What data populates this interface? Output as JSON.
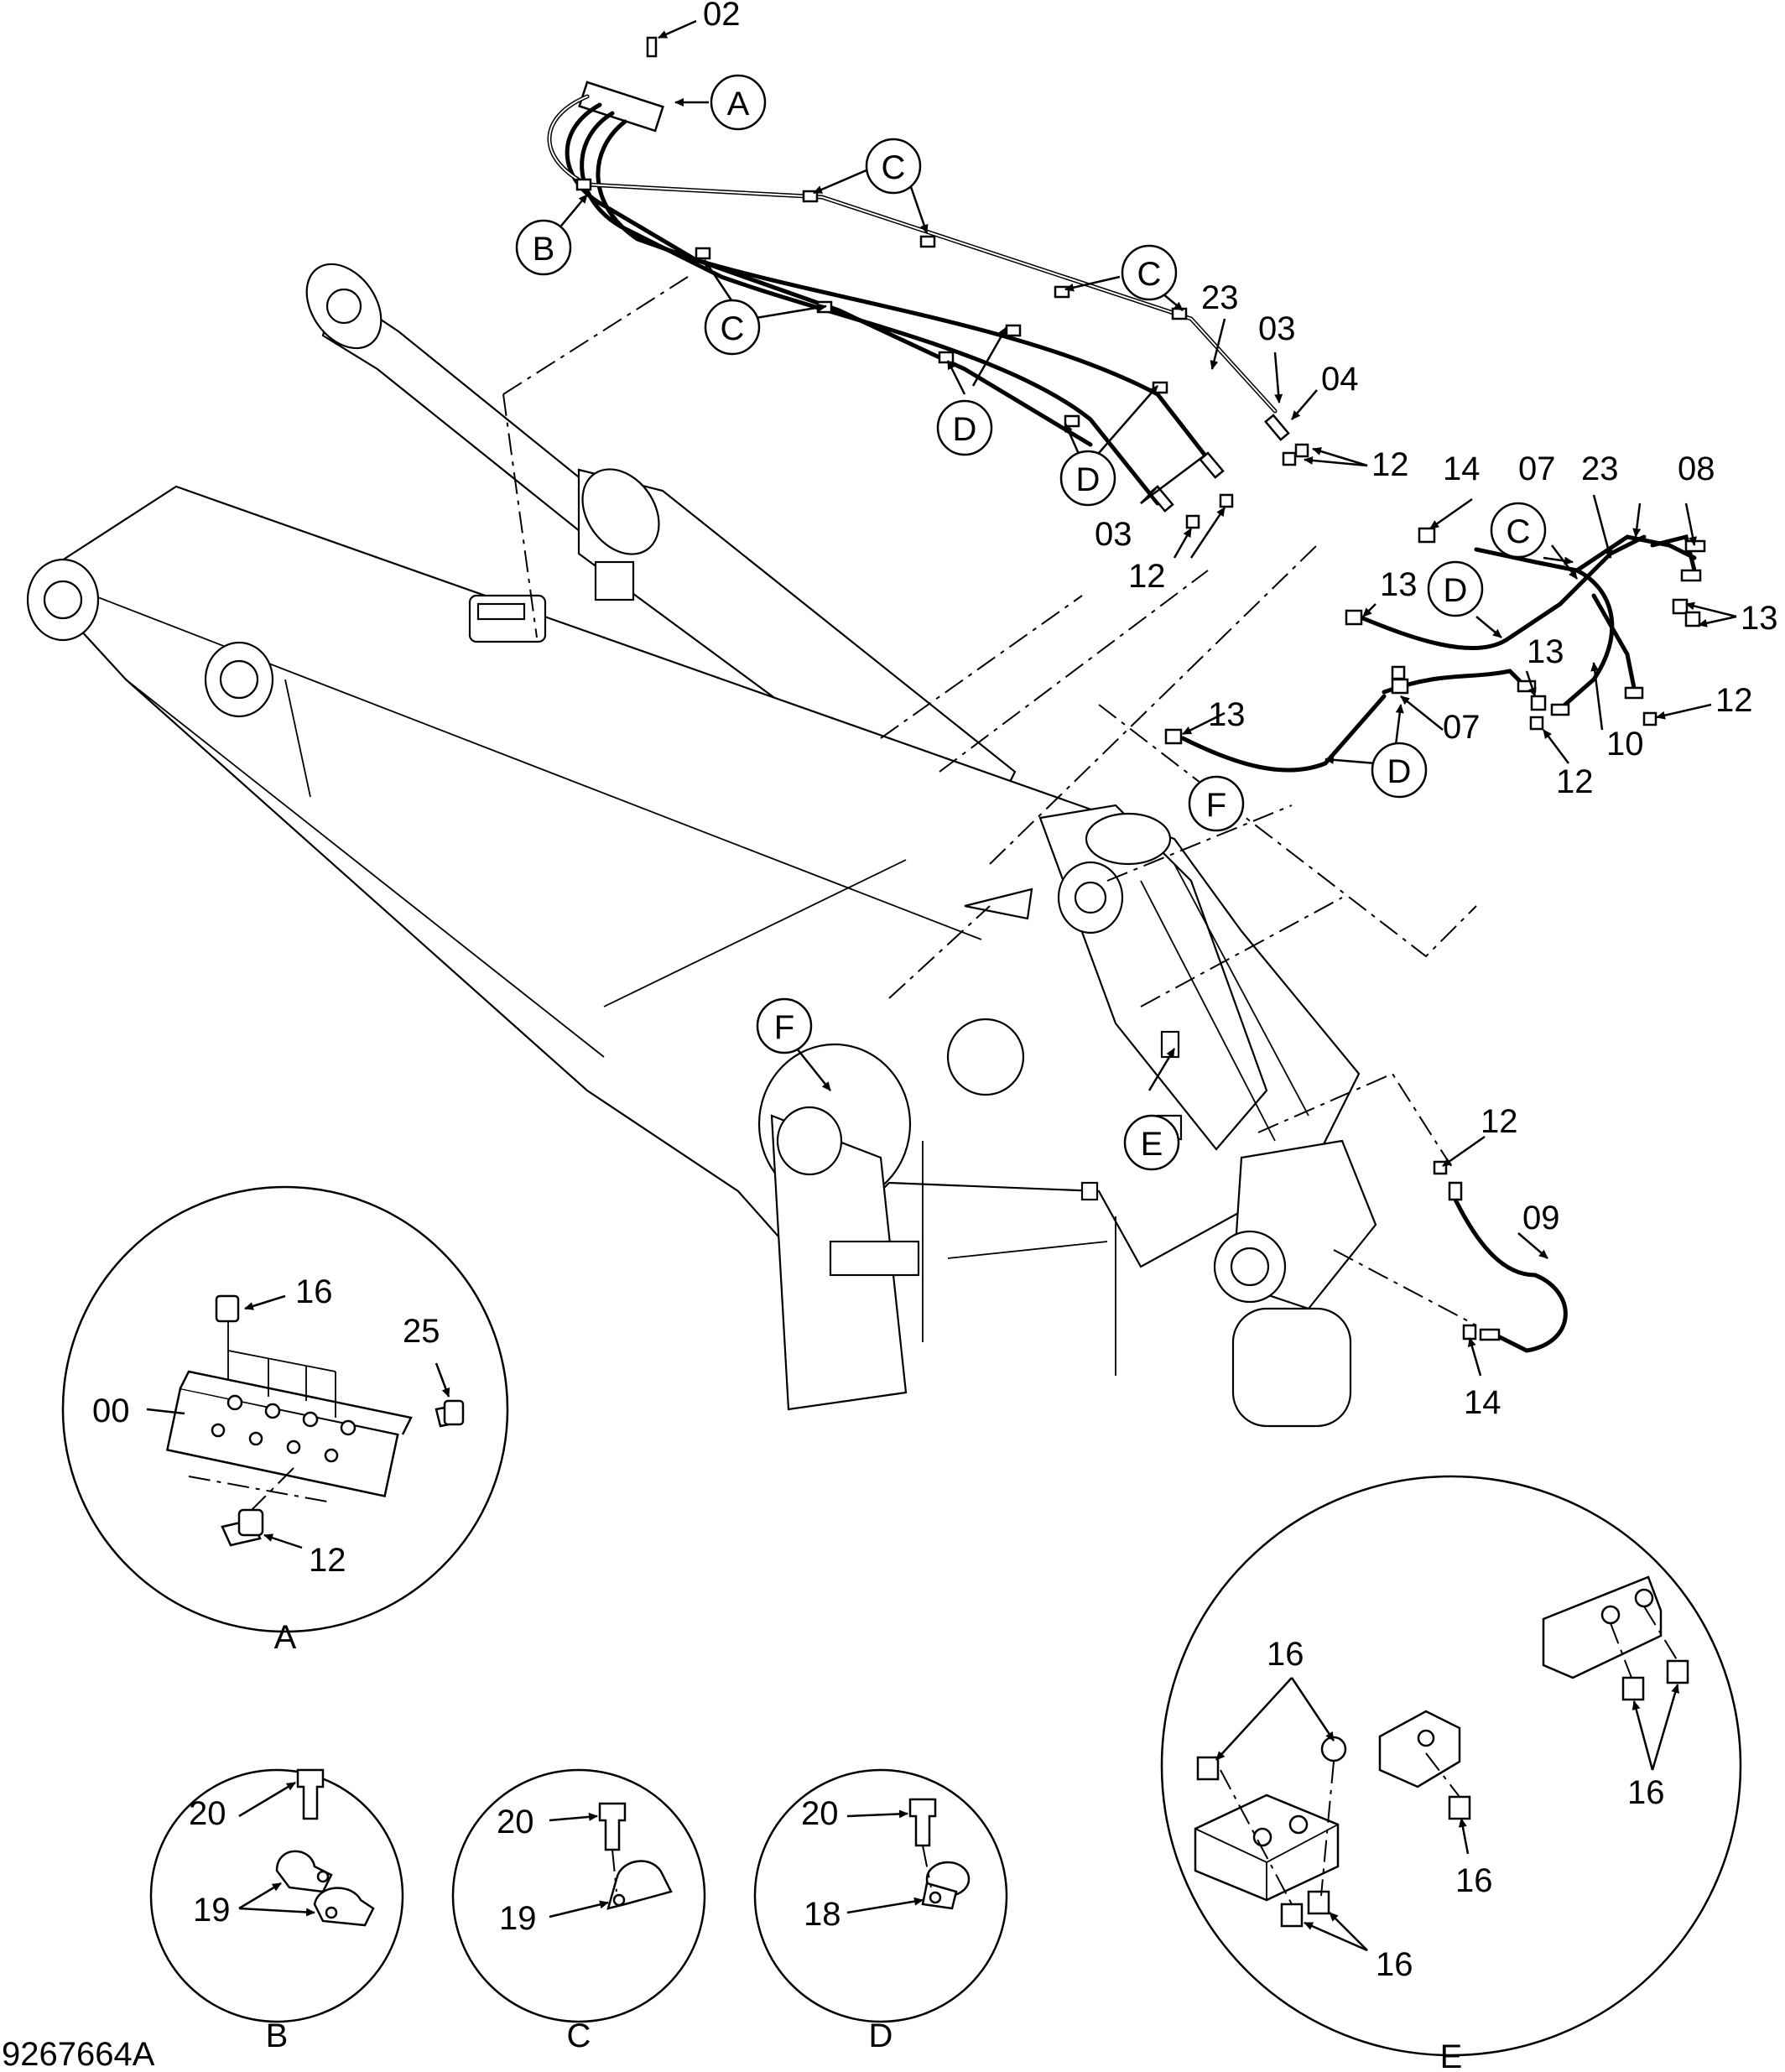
{
  "drawing_number": "9267664A",
  "view_callouts": {
    "A": "A",
    "B": "B",
    "C": "C",
    "D": "D",
    "E": "E",
    "F": "F"
  },
  "part_numbers": {
    "p00": "00",
    "p02": "02",
    "p03": "03",
    "p04": "04",
    "p07": "07",
    "p08": "08",
    "p09": "09",
    "p10": "10",
    "p12": "12",
    "p13": "13",
    "p14": "14",
    "p16": "16",
    "p18": "18",
    "p19": "19",
    "p20": "20",
    "p23": "23",
    "p25": "25"
  },
  "detail_views": [
    "A",
    "B",
    "C",
    "D",
    "E"
  ]
}
